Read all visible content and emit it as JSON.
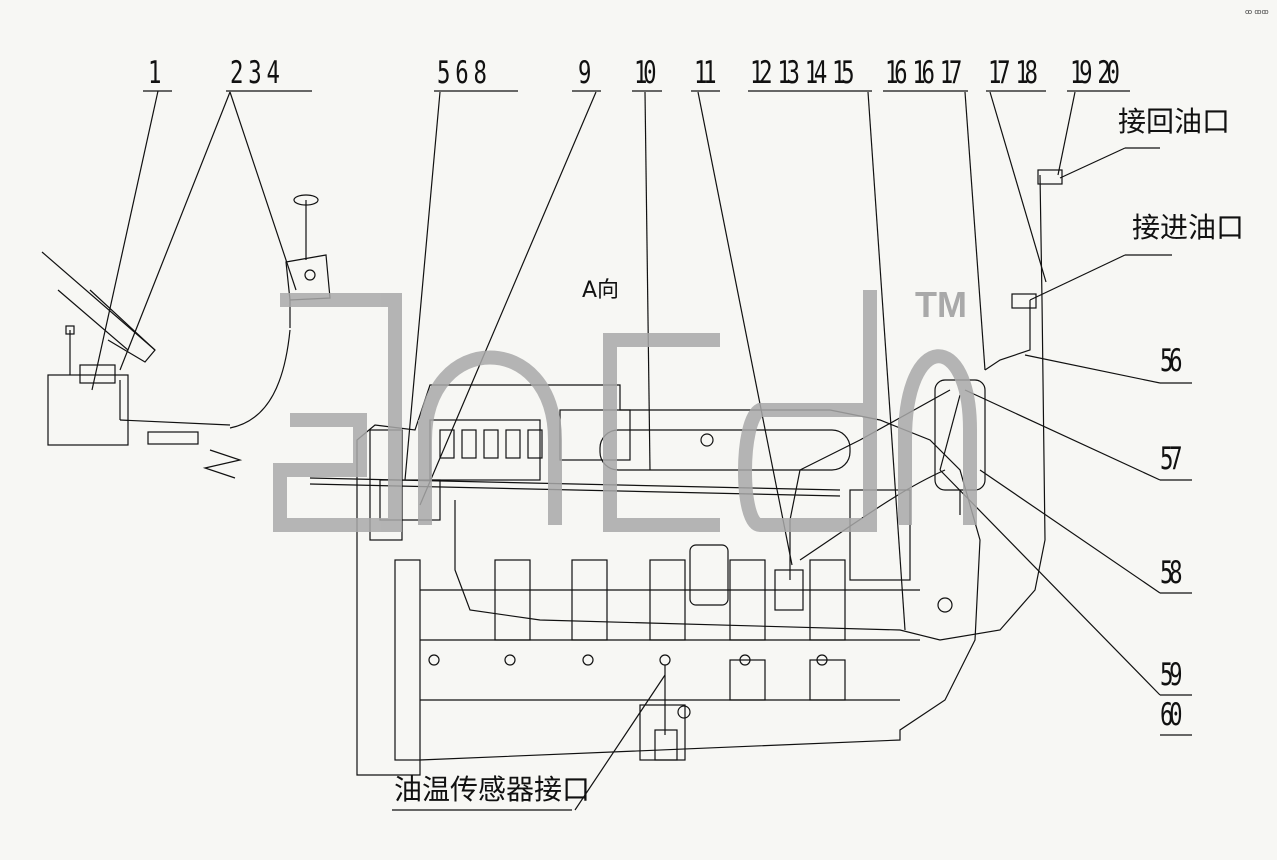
{
  "callouts": {
    "c1": "1",
    "c2": "2 3 4",
    "c3": "5 6 8",
    "c4": "9",
    "c5": "10",
    "c6": "11",
    "c7": "12 13 14 15",
    "c8": "16 16 17",
    "c9": "17 18",
    "c10": "19 20",
    "c56": "56",
    "c57": "57",
    "c58": "58",
    "c59": "59",
    "c60": "60"
  },
  "labels": {
    "return_port": "接回油口",
    "inlet_port": "接进油口",
    "oil_temp_port": "油温传感器接口",
    "view_dir": "A向"
  },
  "watermark": {
    "text": "TM"
  },
  "corner_mark": "ꝏ ꝏꝏ",
  "colors": {
    "line": "#111111",
    "watermark": "#a9a9a9",
    "background": "#f7f7f4"
  }
}
